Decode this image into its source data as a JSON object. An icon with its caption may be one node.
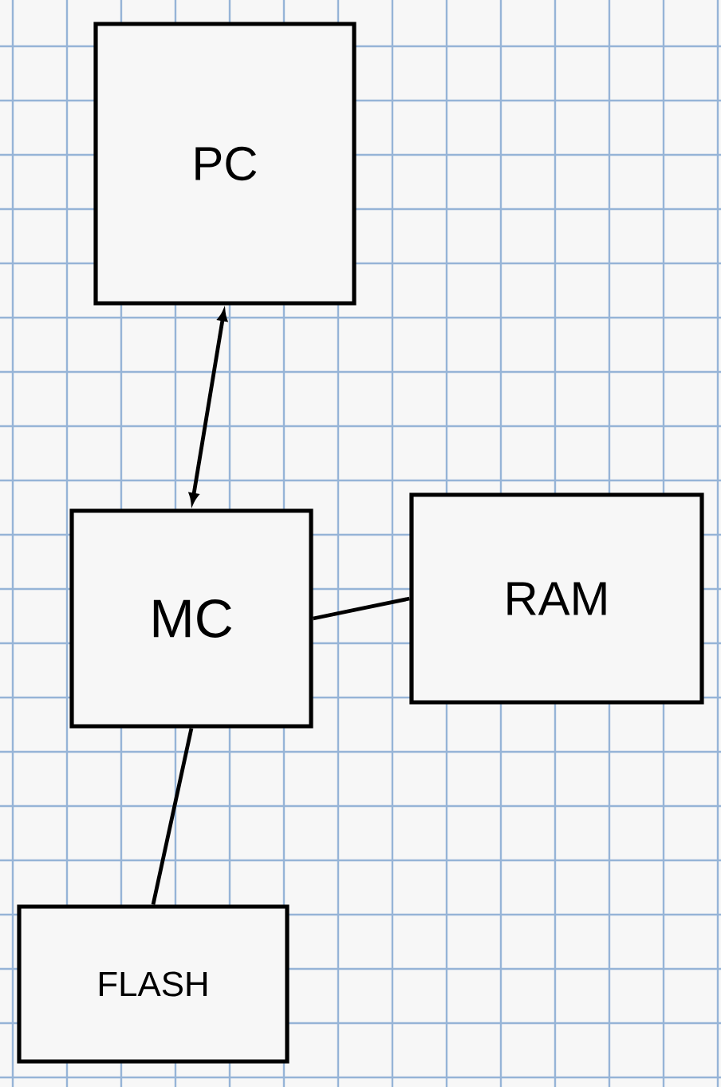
{
  "diagram": {
    "nodes": [
      {
        "text": [
          "PC"
        ]
      },
      {
        "text": [
          "MC"
        ]
      },
      {
        "text": [
          "RAM"
        ]
      },
      {
        "text": [
          "FLASH"
        ]
      }
    ],
    "edges": [
      {
        "from": 0,
        "to": 1,
        "arrow": "both"
      },
      {
        "from": 1,
        "to": 2,
        "arrow": "none"
      },
      {
        "from": 1,
        "to": 3,
        "arrow": "none"
      }
    ]
  }
}
